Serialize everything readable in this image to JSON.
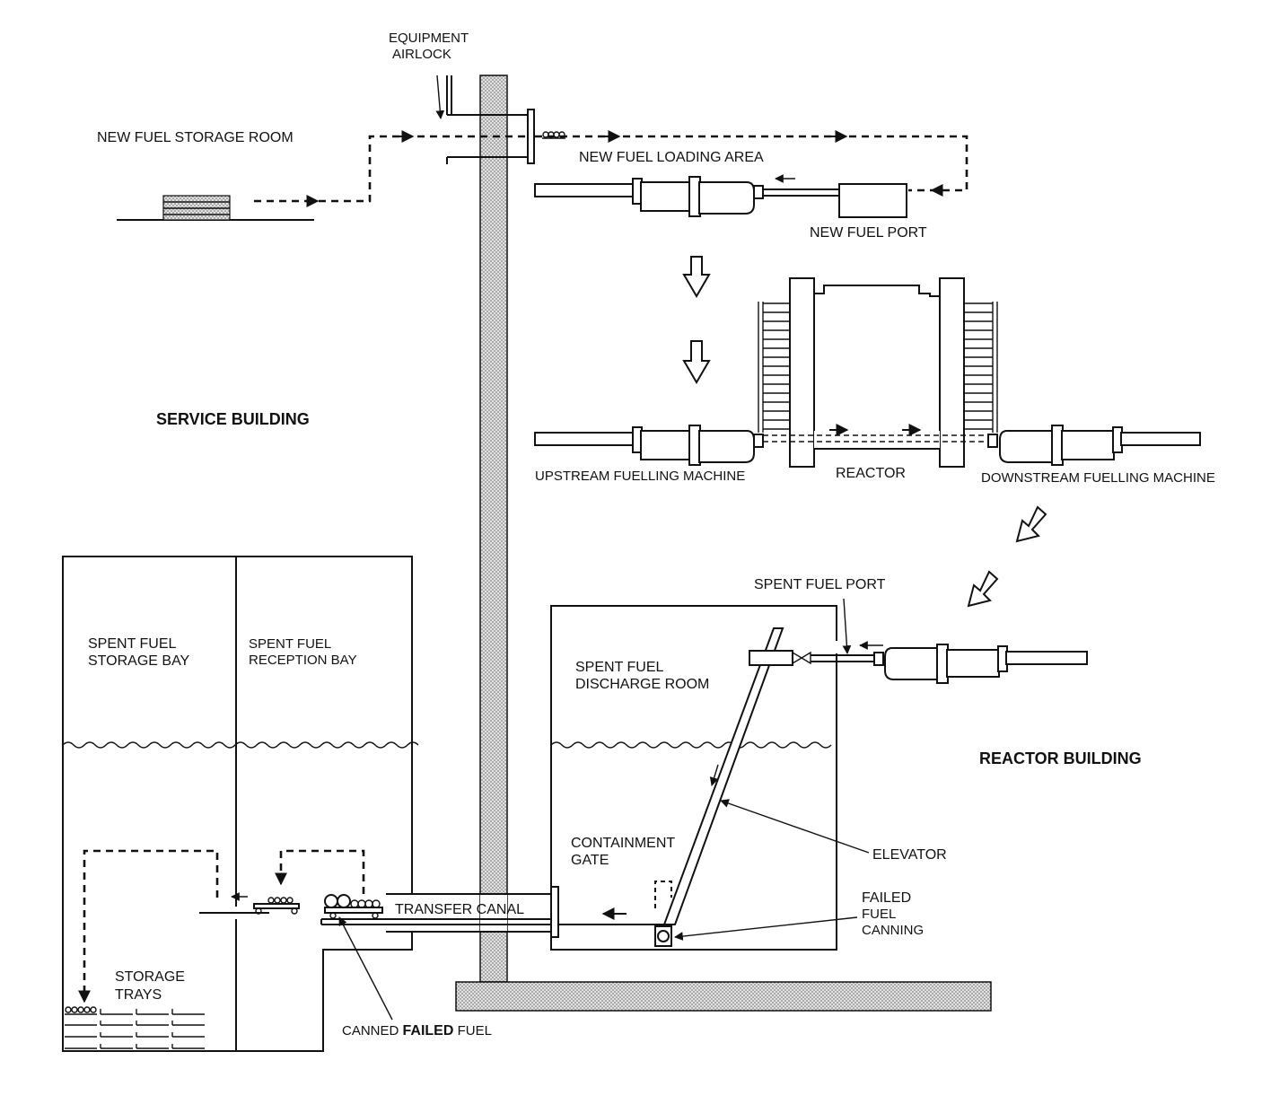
{
  "labels": {
    "equipment_airlock_1": "EQUIPMENT",
    "equipment_airlock_2": "AIRLOCK",
    "new_fuel_storage_room": "NEW FUEL STORAGE ROOM",
    "new_fuel_loading_area": "NEW FUEL LOADING AREA",
    "new_fuel_port": "NEW FUEL PORT",
    "service_building": "SERVICE BUILDING",
    "upstream_fuelling_machine": "UPSTREAM FUELLING MACHINE",
    "reactor": "REACTOR",
    "downstream_fuelling_machine": "DOWNSTREAM FUELLING MACHINE",
    "spent_fuel_port": "SPENT FUEL PORT",
    "spent_fuel_storage_bay_1": "SPENT FUEL",
    "spent_fuel_storage_bay_2": "STORAGE BAY",
    "spent_fuel_reception_bay_1": "SPENT FUEL",
    "spent_fuel_reception_bay_2": "RECEPTION BAY",
    "spent_fuel_discharge_room_1": "SPENT FUEL",
    "spent_fuel_discharge_room_2": "DISCHARGE ROOM",
    "reactor_building": "REACTOR BUILDING",
    "containment_gate_1": "CONTAINMENT",
    "containment_gate_2": "GATE",
    "elevator": "ELEVATOR",
    "transfer_canal": "TRANSFER CANAL",
    "failed_fuel_canning_1": "FAILED",
    "failed_fuel_canning_2": "FUEL",
    "failed_fuel_canning_3": "CANNING",
    "storage_trays_1": "STORAGE",
    "storage_trays_2": "TRAYS",
    "canned_failed_fuel_a": "CANNED ",
    "canned_failed_fuel_b": "FAILED",
    "canned_failed_fuel_c": " FUEL"
  }
}
